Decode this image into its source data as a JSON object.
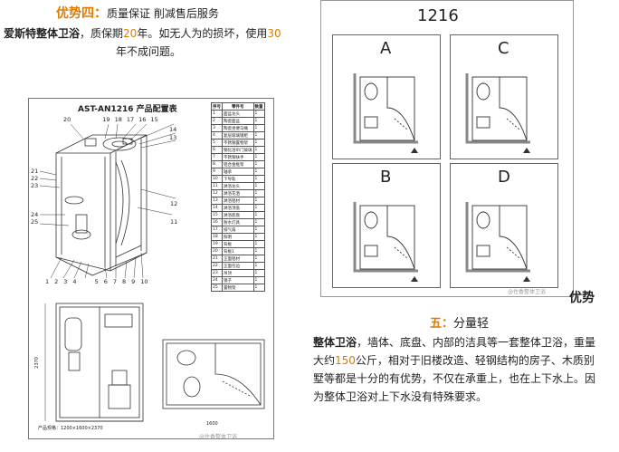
{
  "left": {
    "heading_prefix": "优势四：",
    "heading_rest": "质量保证 削减售后服务",
    "line2_prefix": "爱斯特整体卫浴",
    "line2_mid": "，质保期",
    "line2_num": "20",
    "line2_rest": "年。如无人为的损坏，使用",
    "line2_num2": "30",
    "line3": "年不成问题。",
    "sheet_title": "AST-AN1216 产品配置表",
    "callouts_top": [
      "20",
      "19",
      "18",
      "17",
      "16",
      "15",
      "14",
      "13"
    ],
    "callouts_left": [
      "21",
      "22",
      "23",
      "24",
      "25"
    ],
    "callouts_right": [
      "12",
      "11"
    ],
    "callouts_bottom": [
      "1",
      "2",
      "3",
      "4",
      "5",
      "6",
      "7",
      "8",
      "9",
      "10"
    ],
    "table_header": [
      "序号",
      "零件号",
      "数量"
    ],
    "table_rows": [
      [
        "1",
        "面盆龙头",
        "1"
      ],
      [
        "2",
        "陶瓷面盆",
        "1"
      ],
      [
        "3",
        "陶瓷坐便马桶",
        "1"
      ],
      [
        "4",
        "复层玻璃镜柜",
        "1"
      ],
      [
        "5",
        "不锈钢置物架",
        "1"
      ],
      [
        "6",
        "钢化浴帘门玻璃",
        "1"
      ],
      [
        "7",
        "不锈钢扶手",
        "1"
      ],
      [
        "8",
        "铝合金框架",
        "1"
      ],
      [
        "9",
        "轴承",
        "1"
      ],
      [
        "10",
        "下导轨",
        "1"
      ],
      [
        "11",
        "淋浴龙头",
        "1"
      ],
      [
        "12",
        "淋浴花洒",
        "1"
      ],
      [
        "13",
        "淋浴铝材",
        "1"
      ],
      [
        "14",
        "淋浴顶盖",
        "1"
      ],
      [
        "15",
        "淋浴底盘",
        "1"
      ],
      [
        "16",
        "防水灯具",
        "1"
      ],
      [
        "17",
        "排气扇",
        "1"
      ],
      [
        "18",
        "照明",
        "1"
      ],
      [
        "19",
        "背板",
        "1"
      ],
      [
        "20",
        "背板1",
        "1"
      ],
      [
        "21",
        "正面铝材",
        "1"
      ],
      [
        "22",
        "正面包边",
        "1"
      ],
      [
        "23",
        "吊顶",
        "1"
      ],
      [
        "24",
        "镜子",
        "1"
      ],
      [
        "25",
        "置物架",
        "1"
      ]
    ],
    "dim_width": "1600",
    "dim_height": "2370",
    "product_size": "产品规格：1200×1600×2370",
    "watermark": "@住香整体卫浴"
  },
  "right": {
    "model_title": "1216",
    "layouts": [
      "A",
      "C",
      "B",
      "D"
    ],
    "watermark": "@住香整体卫浴",
    "advantage_word": "优势",
    "heading_num": "五：",
    "heading_rest": "分量轻",
    "para_prefix": "整体卫浴",
    "para_line1_rest": "，墙体、底盘、内部的洁具等一套整体卫浴，重量",
    "para_line2_pre": "大约",
    "para_line2_num": "150",
    "para_line2_rest": "公斤，相对于旧楼改造、轻钢结构的房子、木质别",
    "para_line3": "墅等都是十分的有优势，不仅在承重上，也在上下水上。因",
    "para_line4": "为整体卫浴对上下水没有特殊要求。"
  }
}
